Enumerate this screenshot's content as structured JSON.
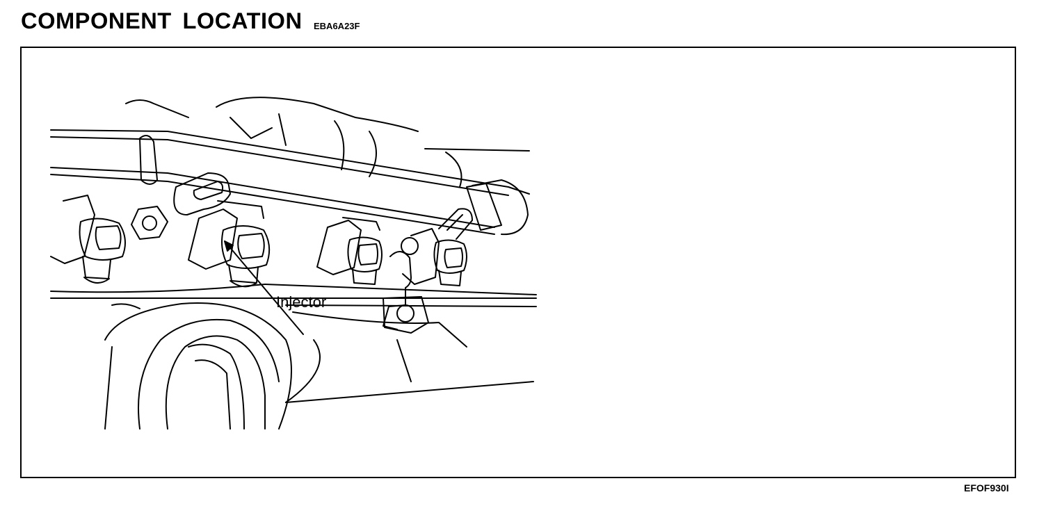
{
  "header": {
    "title": "COMPONENT LOCATION",
    "section_code": "EBA6A23F"
  },
  "figure": {
    "callout": "Injector",
    "figure_code": "EFOF930I"
  }
}
